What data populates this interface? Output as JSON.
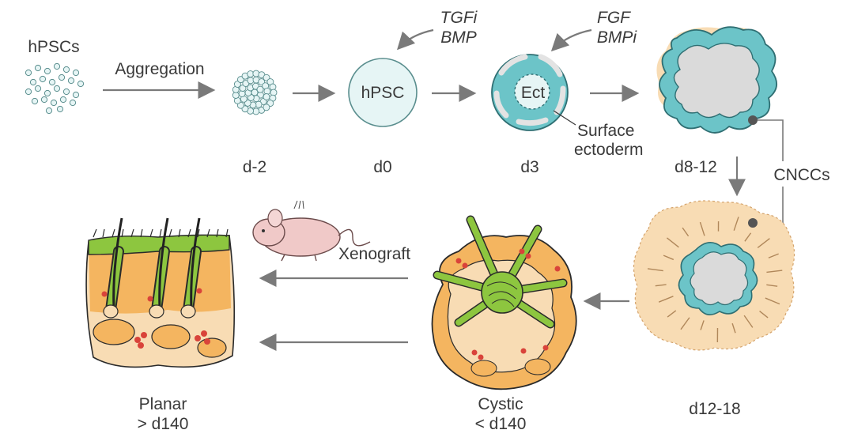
{
  "labels": {
    "hpscs": "hPSCs",
    "aggregation": "Aggregation",
    "hpsc_inner": "hPSC",
    "ect_inner": "Ect",
    "surface_ectoderm_1": "Surface",
    "surface_ectoderm_2": "ectoderm",
    "tgfi": "TGFi",
    "bmp": "BMP",
    "fgf": "FGF",
    "bmpi": "BMPi",
    "cnccs": "CNCCs",
    "xenograft": "Xenograft",
    "planar": "Planar",
    "planar_time": "> d140",
    "cystic": "Cystic",
    "cystic_time": "< d140"
  },
  "stages": {
    "dm2": "d-2",
    "d0": "d0",
    "d3": "d3",
    "d8_12": "d8-12",
    "d12_18": "d12-18"
  },
  "colors": {
    "cell": "#e6f5f5",
    "cell_stroke": "#5a8e8e",
    "hpsc_fill": "#e6f5f5",
    "teal": "#6cc4c8",
    "teal_stroke": "#2f6f73",
    "inner_gray": "#dadada",
    "mesenchyme": "#f8dcb4",
    "orange": "#f4b560",
    "green": "#8dc63f",
    "dark_green": "#3e6e1c",
    "red": "#d9433a",
    "mouse": "#f0c9c8",
    "arrow": "#7a7a7a"
  }
}
